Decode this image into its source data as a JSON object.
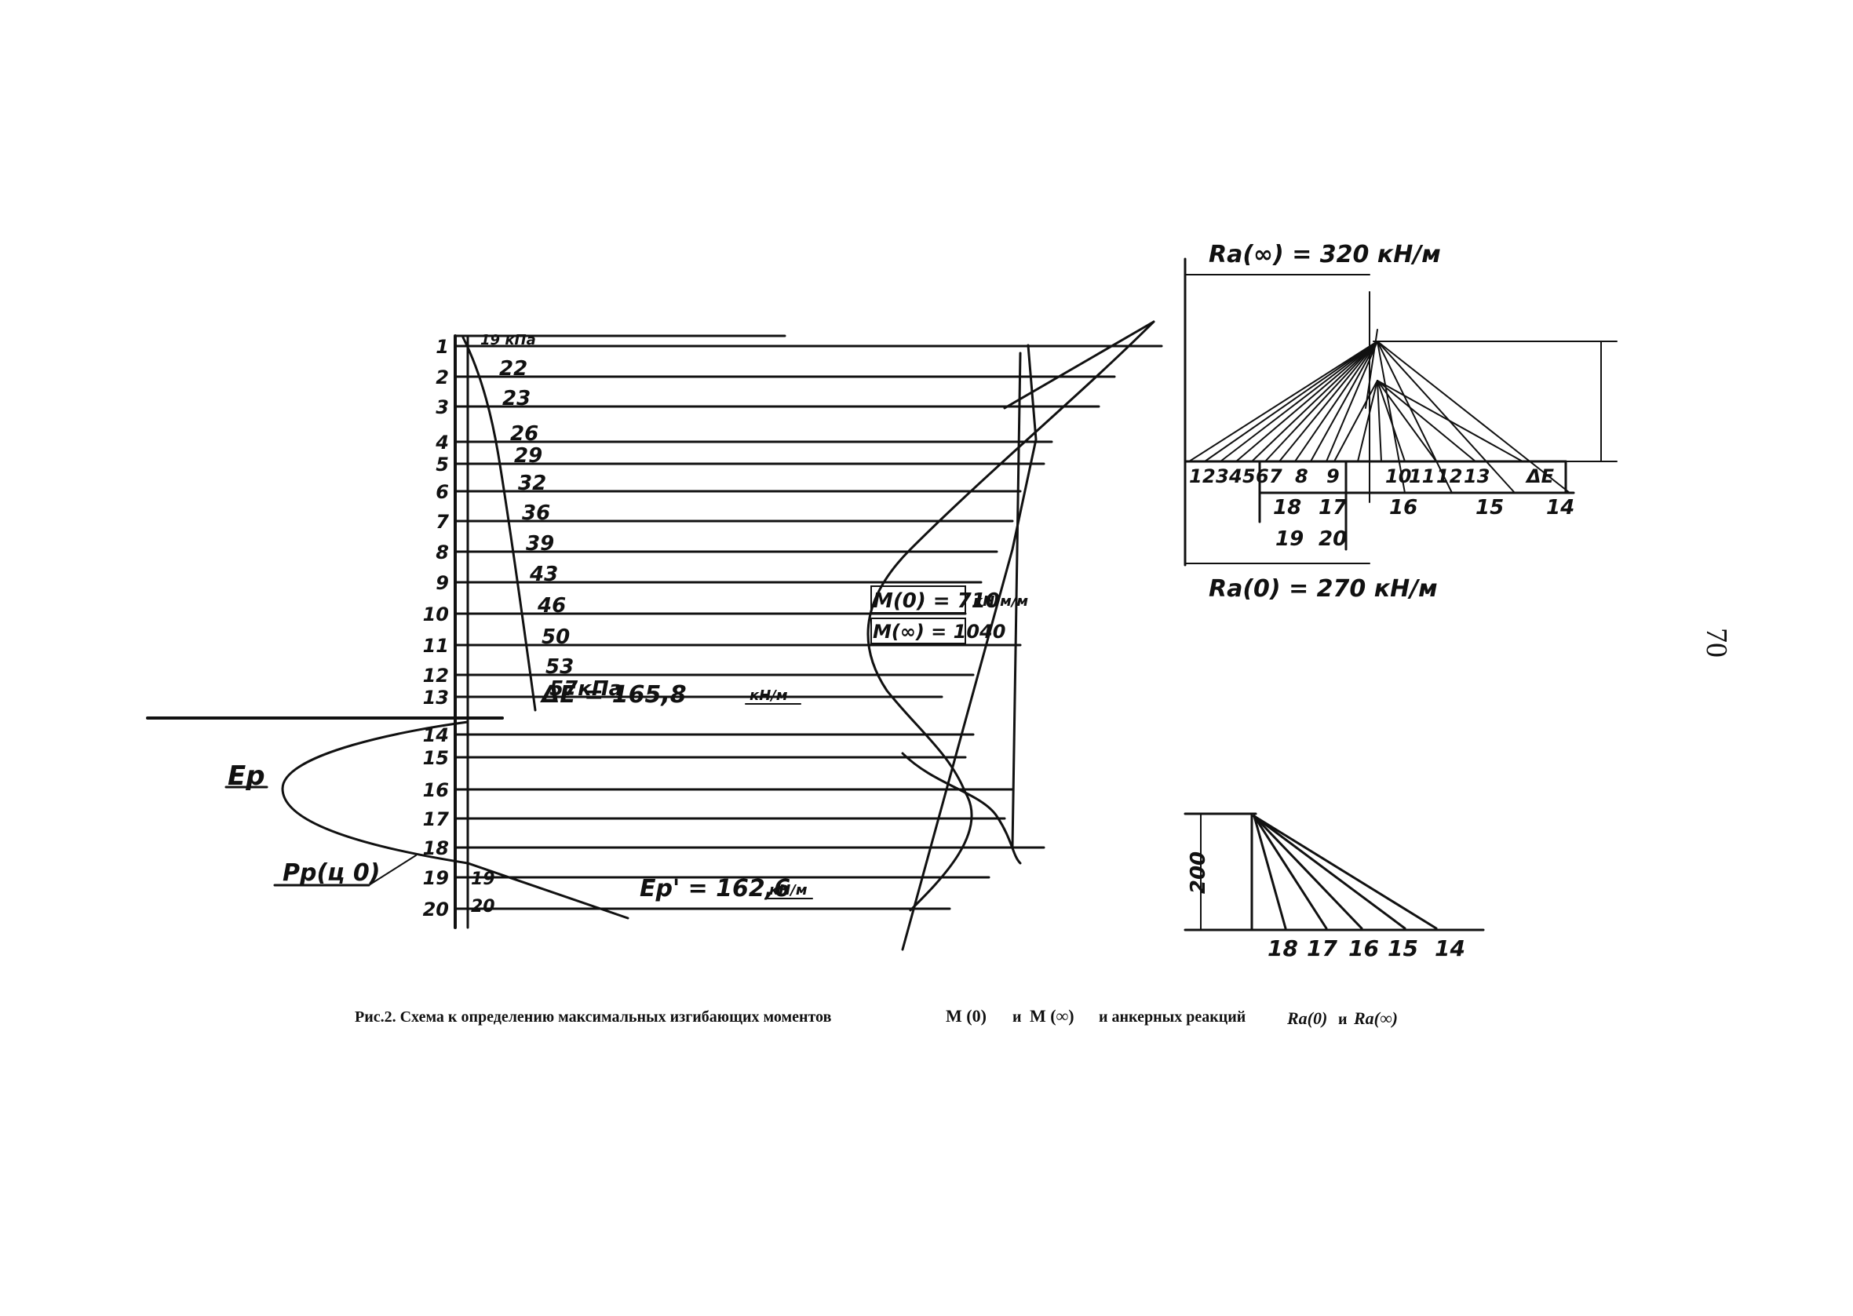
{
  "page_number": "70",
  "caption": {
    "prefix": "Рис.2. Схема к определению максимальных изгибающих моментов",
    "m_zero": "M (0)",
    "conj1": "и",
    "m_inf": "M (∞)",
    "suffix": "и анкерных реакций",
    "ra_zero": "Ra(0)",
    "conj2": "и",
    "ra_inf": "Ra(∞)"
  },
  "level_numbers": [
    "1",
    "2",
    "3",
    "4",
    "5",
    "6",
    "7",
    "8",
    "9",
    "10",
    "11",
    "12",
    "13",
    "14",
    "15",
    "16",
    "17",
    "18",
    "19",
    "20"
  ],
  "pressure_values": [
    "19 кПа",
    "22",
    "23",
    "26",
    "29",
    "32",
    "36",
    "39",
    "43",
    "46",
    "50",
    "53",
    "57кПа"
  ],
  "labels": {
    "delta_e": "ΔE = 165,8",
    "delta_e_unit": "кН/м",
    "e_p": "Eр",
    "p_p": "Pр(ц 0)",
    "e_p_prime": "Eр' = 162,6",
    "e_p_prime_unit": "кН/м",
    "m0": "M(0) = 710",
    "m_unit": "кН·м/м",
    "m_inf": "M(∞) = 1040",
    "row19": "19",
    "row20": "20"
  },
  "force_polygon": {
    "ra_inf": "Ra(∞) = 320 кН/м",
    "ra_zero": "Ra(0) = 270 кН/м",
    "row1_labels": [
      "1",
      "2",
      "3",
      "4",
      "5",
      "6",
      "7",
      "8",
      "9",
      "10",
      "11",
      "12",
      "13",
      "ΔE"
    ],
    "row2_labels": [
      "18",
      "17",
      "16",
      "15",
      "14"
    ],
    "row3_labels": [
      "19",
      "20"
    ]
  },
  "small_polygon": {
    "height_label": "200",
    "labels": [
      "18",
      "17",
      "16",
      "15",
      "14"
    ]
  }
}
